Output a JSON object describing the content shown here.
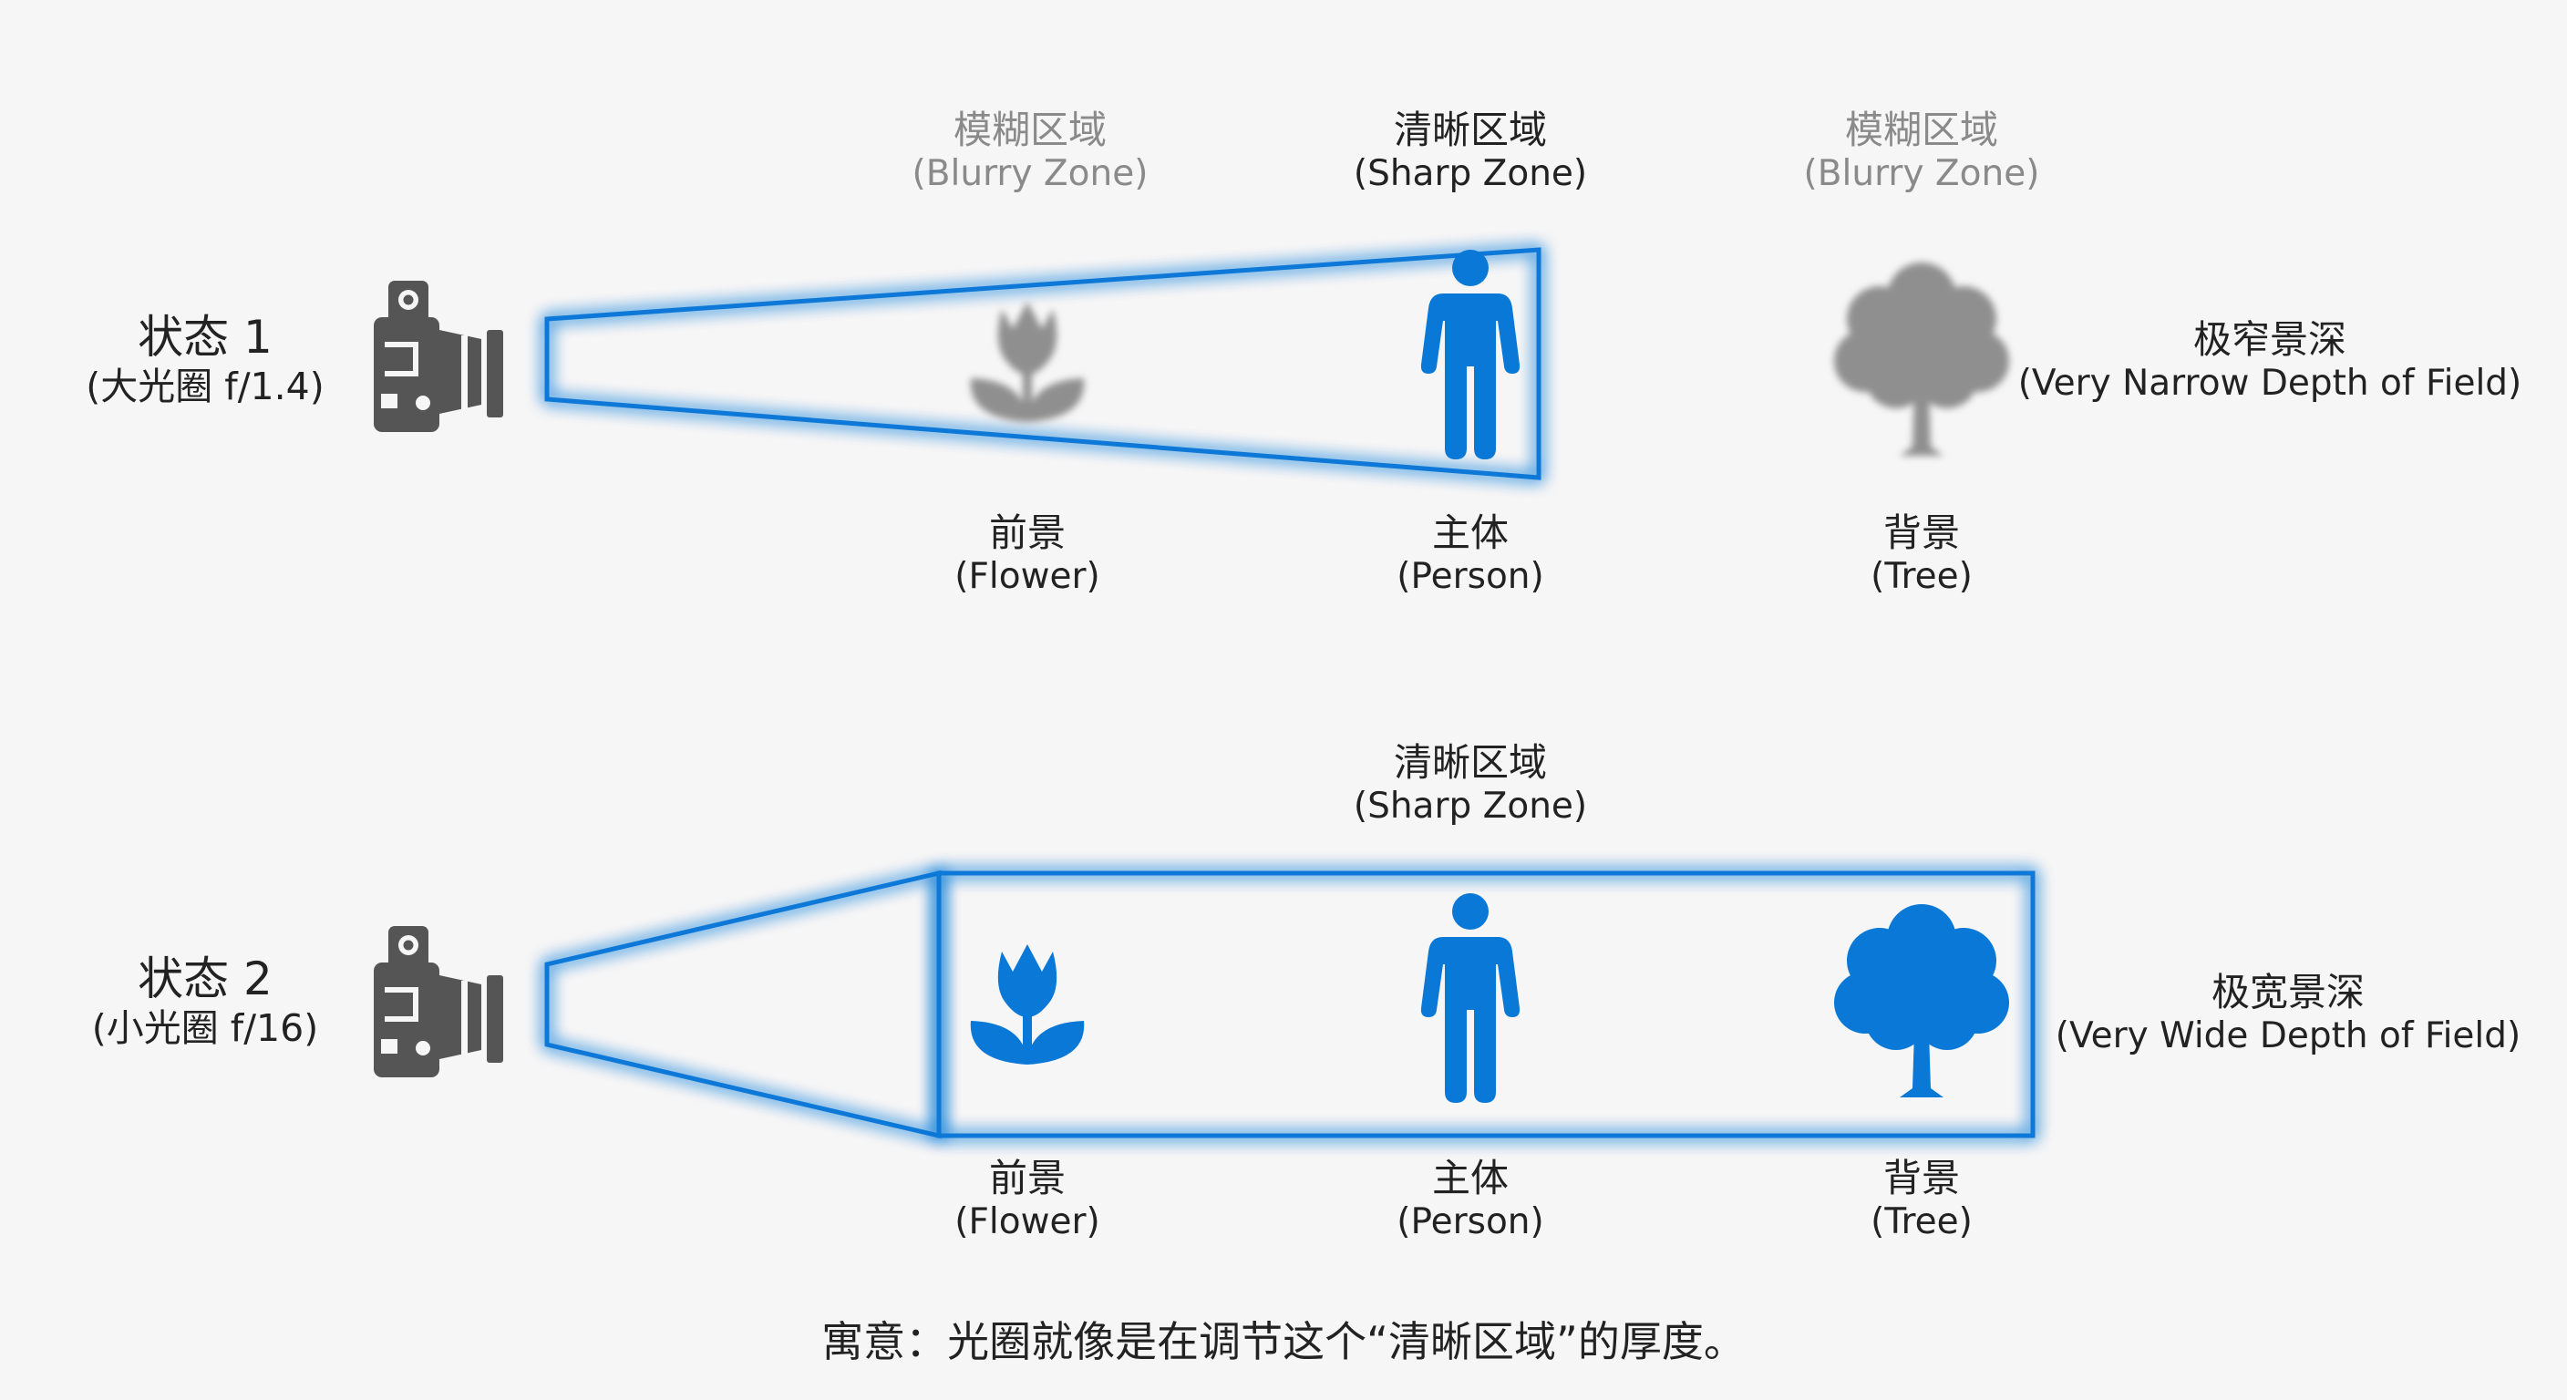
{
  "colors": {
    "accent": "#0a78d7",
    "glow": "#3aa6ff",
    "blur_gray": "#8f8f8f",
    "camera_gray": "#555555",
    "background": "#f6f6f6"
  },
  "states": [
    {
      "label": "状态 1",
      "aperture": "(大光圈 f/1.4)",
      "result": {
        "zh": "极窄景深",
        "en": "(Very Narrow Depth of Field)"
      },
      "zones": {
        "near": {
          "zh": "模糊区域",
          "en": "(Blurry Zone)"
        },
        "mid": {
          "zh": "清晰区域",
          "en": "(Sharp Zone)"
        },
        "far": {
          "zh": "模糊区域",
          "en": "(Blurry Zone)"
        }
      },
      "objects": [
        {
          "zh": "前景",
          "en": "(Flower)",
          "icon": "flower-icon",
          "sharp": false
        },
        {
          "zh": "主体",
          "en": "(Person)",
          "icon": "person-icon",
          "sharp": true
        },
        {
          "zh": "背景",
          "en": "(Tree)",
          "icon": "tree-icon",
          "sharp": false
        }
      ]
    },
    {
      "label": "状态 2",
      "aperture": "(小光圈 f/16)",
      "result": {
        "zh": "极宽景深",
        "en": "(Very Wide Depth of Field)"
      },
      "zones": {
        "mid": {
          "zh": "清晰区域",
          "en": "(Sharp Zone)"
        }
      },
      "objects": [
        {
          "zh": "前景",
          "en": "(Flower)",
          "icon": "flower-icon",
          "sharp": true
        },
        {
          "zh": "主体",
          "en": "(Person)",
          "icon": "person-icon",
          "sharp": true
        },
        {
          "zh": "背景",
          "en": "(Tree)",
          "icon": "tree-icon",
          "sharp": true
        }
      ]
    }
  ],
  "caption": "寓意：光圈就像是在调节这个“清晰区域”的厚度。"
}
